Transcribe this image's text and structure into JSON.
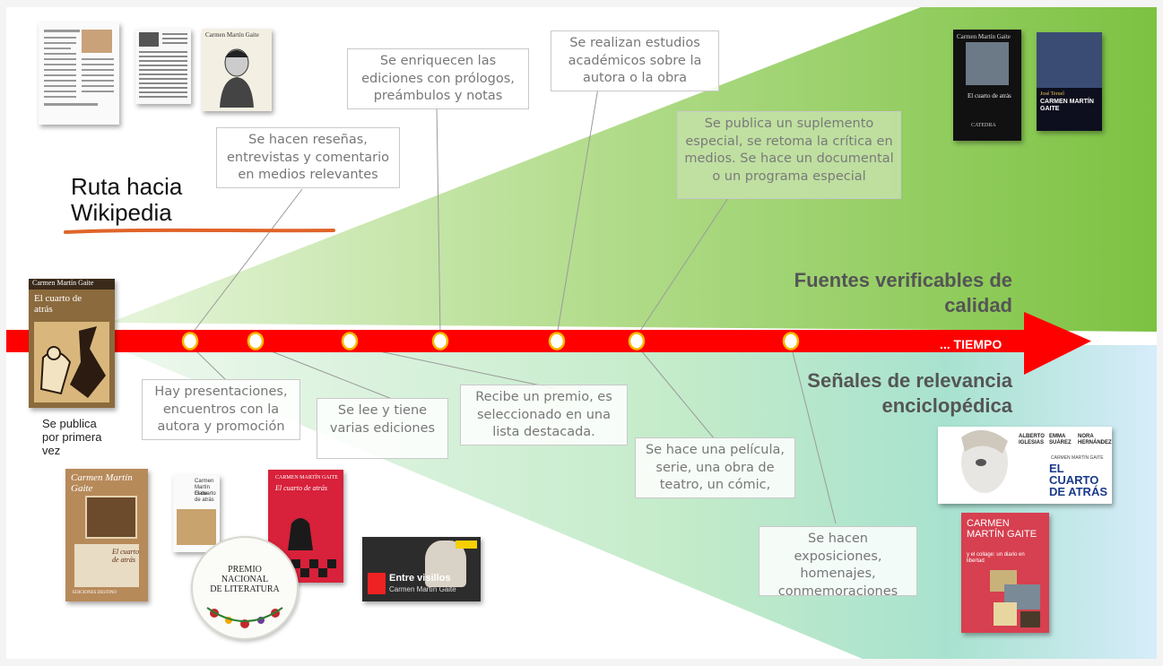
{
  "title": "Ruta hacia Wikipedia",
  "timeline_label": "... TIEMPO",
  "first_publication": "Se publica por primera vez",
  "upper_heading": "Fuentes verificables de calidad",
  "lower_heading": "Señales de relevancia enciclopédica",
  "upper_boxes": [
    "Se hacen reseñas, entrevistas y comentario en medios relevantes",
    "Se enriquecen las ediciones con prólogos, preámbulos y notas",
    "Se realizan estudios académicos sobre la autora o la obra",
    "Se publica un suplemento especial, se retoma la crítica en medios. Se hace un documental o un programa especial"
  ],
  "lower_boxes": [
    "Hay presentaciones, encuentros con la autora y promoción",
    "Se lee y tiene varias ediciones",
    "Recibe un premio, es seleccionado en una lista destacada.",
    "Se hace una película, serie, una obra de teatro, un cómic,",
    "Se hacen exposiciones, homenajes, conmemoraciones"
  ],
  "images": {
    "book_main_author": "Carmen Martín Gaite",
    "book_main_title": "El cuarto de atrás",
    "clipping_name": "Carmen Martín Gaite",
    "catedra_author": "Carmen Martín Gaite",
    "catedra_title": "El cuarto de atrás",
    "catedra_editor": "CATEDRA",
    "bio_author": "José Teruel",
    "bio_title": "CARMEN MARTÍN GAITE",
    "destino_author": "Carmen Martín Gaite",
    "destino_title": "El cuarto de atrás",
    "destino_publisher": "EDICIONES DESTINO",
    "small_book_author": "Carmen Martín Gaite",
    "small_book_title": "El cuarto de atrás",
    "red_book_author": "CARMEN MARTÍN GAITE",
    "red_book_title": "El cuarto de atrás",
    "award_line1": "PREMIO",
    "award_line2": "NACIONAL",
    "award_line3": "DE LITERATURA",
    "video_title": "Entre visillos",
    "video_subtitle": "Carmen Martín Gaite",
    "theatre_cast": [
      "ALBERTO IGLESIAS",
      "EMMA SUÁREZ",
      "NORA HERNÁNDEZ"
    ],
    "theatre_title": "EL CUARTO DE ATRÁS",
    "theatre_author": "CARMEN MARTÍN GAITE",
    "expo_author": "CARMEN MARTÍN GAITE",
    "expo_subtitle": "y el collage: un diario en libertad"
  },
  "colors": {
    "arrow": "#ff0000",
    "upper_wedge": "#8dc63f",
    "lower_wedge": "#b6e6c8",
    "underline": "#e0642a"
  }
}
